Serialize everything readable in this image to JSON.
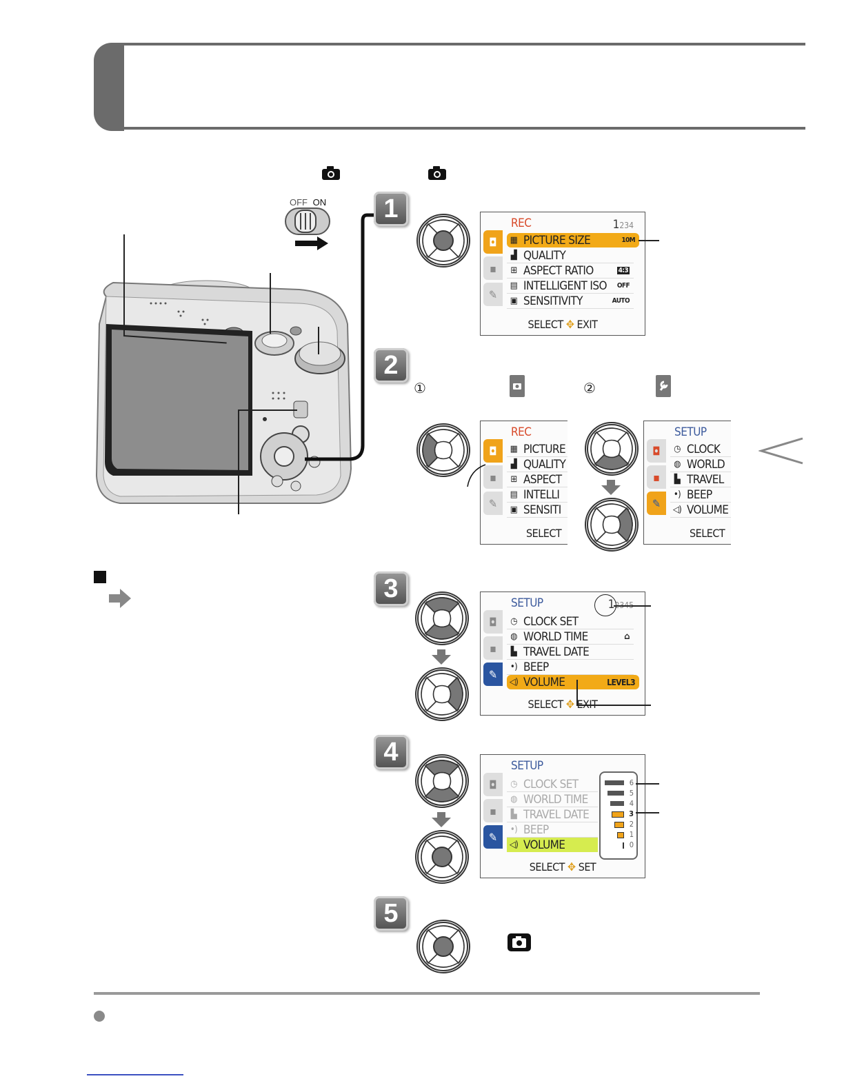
{
  "power_switch": {
    "off_label": "OFF",
    "on_label": "ON"
  },
  "steps": [
    {
      "number": "1",
      "screen": {
        "title": "REC",
        "page_current": "1",
        "page_rest": "234",
        "items": [
          {
            "label": "PICTURE SIZE",
            "value": "10M"
          },
          {
            "label": "QUALITY",
            "value": ""
          },
          {
            "label": "ASPECT RATIO",
            "value": "4:3"
          },
          {
            "label": "INTELLIGENT ISO",
            "value": "OFF"
          },
          {
            "label": "SENSITIVITY",
            "value": "AUTO"
          }
        ],
        "footer_left": "SELECT",
        "footer_right": "EXIT"
      }
    },
    {
      "number": "2",
      "sub1_marker": "①",
      "sub2_marker": "②",
      "screen_a": {
        "title": "REC",
        "items": [
          "PICTURE",
          "QUALITY",
          "ASPECT",
          "INTELLI",
          "SENSITI"
        ],
        "footer": "SELECT"
      },
      "screen_b": {
        "title": "SETUP",
        "items": [
          "CLOCK",
          "WORLD",
          "TRAVEL",
          "BEEP",
          "VOLUME"
        ],
        "footer": "SELECT"
      }
    },
    {
      "number": "3",
      "screen": {
        "title": "SETUP",
        "page_current": "1",
        "page_rest": "2345",
        "items": [
          {
            "label": "CLOCK SET",
            "value": ""
          },
          {
            "label": "WORLD TIME",
            "value": ""
          },
          {
            "label": "TRAVEL DATE",
            "value": ""
          },
          {
            "label": "BEEP",
            "value": ""
          },
          {
            "label": "VOLUME",
            "value": "LEVEL3"
          }
        ],
        "footer_left": "SELECT",
        "footer_right": "EXIT"
      }
    },
    {
      "number": "4",
      "screen": {
        "title": "SETUP",
        "items": [
          "CLOCK SET",
          "WORLD TIME",
          "TRAVEL DATE",
          "BEEP",
          "VOLUME"
        ],
        "levels": [
          "6",
          "5",
          "4",
          "3",
          "2",
          "1",
          "0"
        ],
        "selected_level": 3,
        "footer_left": "SELECT",
        "footer_right": "SET"
      }
    },
    {
      "number": "5"
    }
  ],
  "colors": {
    "header_gray": "#6b6b6b",
    "rec_tab": "#f0a31a",
    "highlight_green": "#d6ec4f"
  },
  "icons": {
    "camera": "camera-icon",
    "wrench": "wrench-icon",
    "arrow": "arrow-right-icon"
  }
}
